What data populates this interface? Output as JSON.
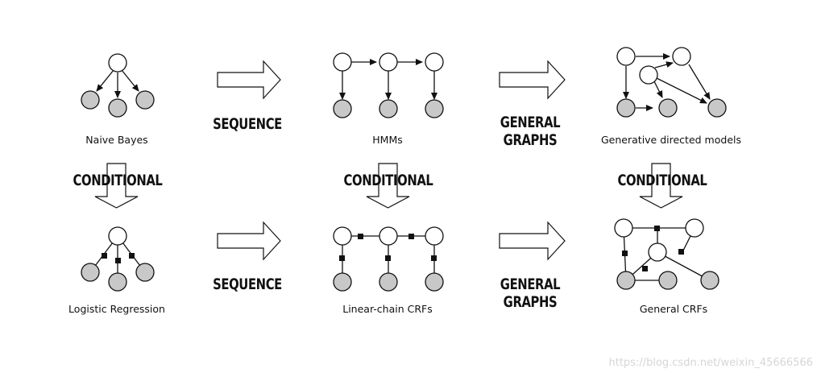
{
  "models": {
    "naive_bayes": "Naive Bayes",
    "hmms": "HMMs",
    "generative_directed": "Generative directed models",
    "logistic_regression": "Logistic Regression",
    "linear_chain_crfs": "Linear-chain CRFs",
    "general_crfs": "General CRFs"
  },
  "arrows": {
    "sequence_top": "SEQUENCE",
    "sequence_bottom": "SEQUENCE",
    "general_graphs_top_1": "GENERAL",
    "general_graphs_top_2": "GRAPHS",
    "general_graphs_bottom_1": "GENERAL",
    "general_graphs_bottom_2": "GRAPHS",
    "conditional_left": "CONDITIONAL",
    "conditional_middle": "CONDITIONAL",
    "conditional_right": "CONDITIONAL"
  },
  "colors": {
    "observed_node": "#c8c8c8",
    "hidden_node": "#ffffff",
    "stroke": "#111111",
    "factor": "#111111"
  },
  "watermark": "https://blog.csdn.net/weixin_45666566"
}
